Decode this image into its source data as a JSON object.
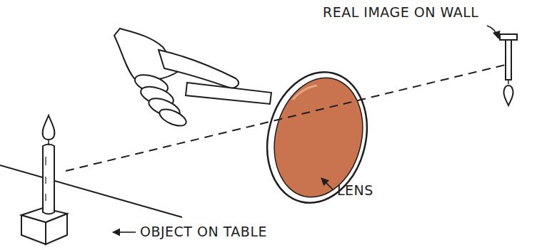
{
  "diagram": {
    "labels": [
      "REAL IMAGE ON WALL",
      "LENS",
      "OBJECT ON TABLE"
    ]
  }
}
